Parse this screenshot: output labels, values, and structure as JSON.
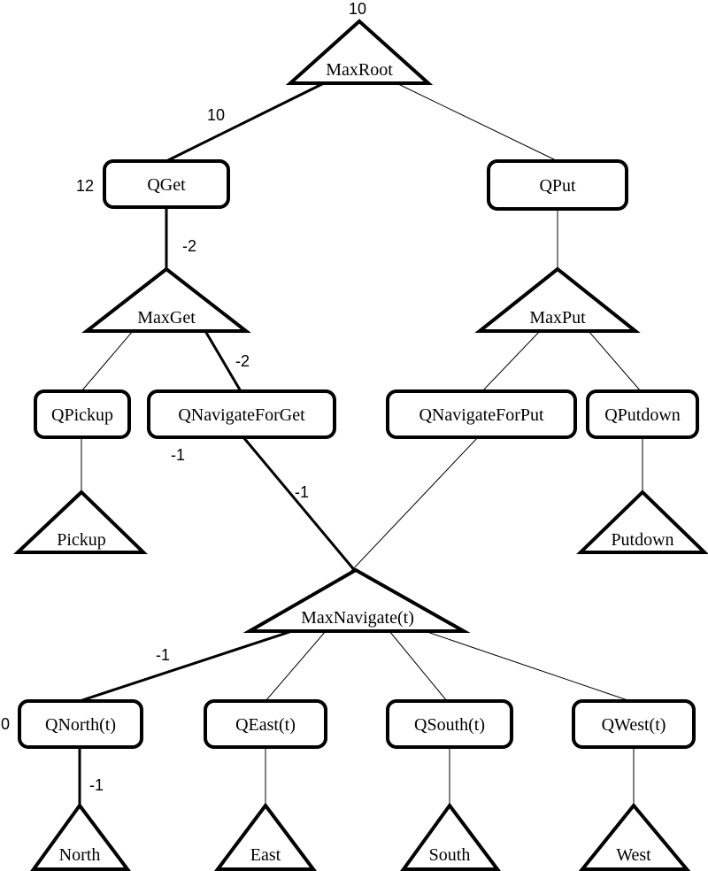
{
  "diagram": {
    "nodes": {
      "maxroot": "MaxRoot",
      "qget": "QGet",
      "qput": "QPut",
      "maxget": "MaxGet",
      "maxput": "MaxPut",
      "qpickup": "QPickup",
      "qnavigateforget": "QNavigateForGet",
      "qnavigateforput": "QNavigateForPut",
      "qputdown": "QPutdown",
      "pickup": "Pickup",
      "putdown": "Putdown",
      "maxnavigate": "MaxNavigate(t)",
      "qnorth": "QNorth(t)",
      "qeast": "QEast(t)",
      "qsouth": "QSouth(t)",
      "qwest": "QWest(t)",
      "north": "North",
      "east": "East",
      "south": "South",
      "west": "West"
    },
    "values": {
      "maxroot_value": "10",
      "root_to_qget": "10",
      "qget_value": "12",
      "qget_to_maxget": "-2",
      "maxget_to_qnavigateforget": "-2",
      "qnavigateforget_value": "-1",
      "qnavigateforget_to_maxnavigate": "-1",
      "maxnavigate_to_qnorth": "-1",
      "qnorth_value": "0",
      "qnorth_to_north": "-1"
    }
  }
}
